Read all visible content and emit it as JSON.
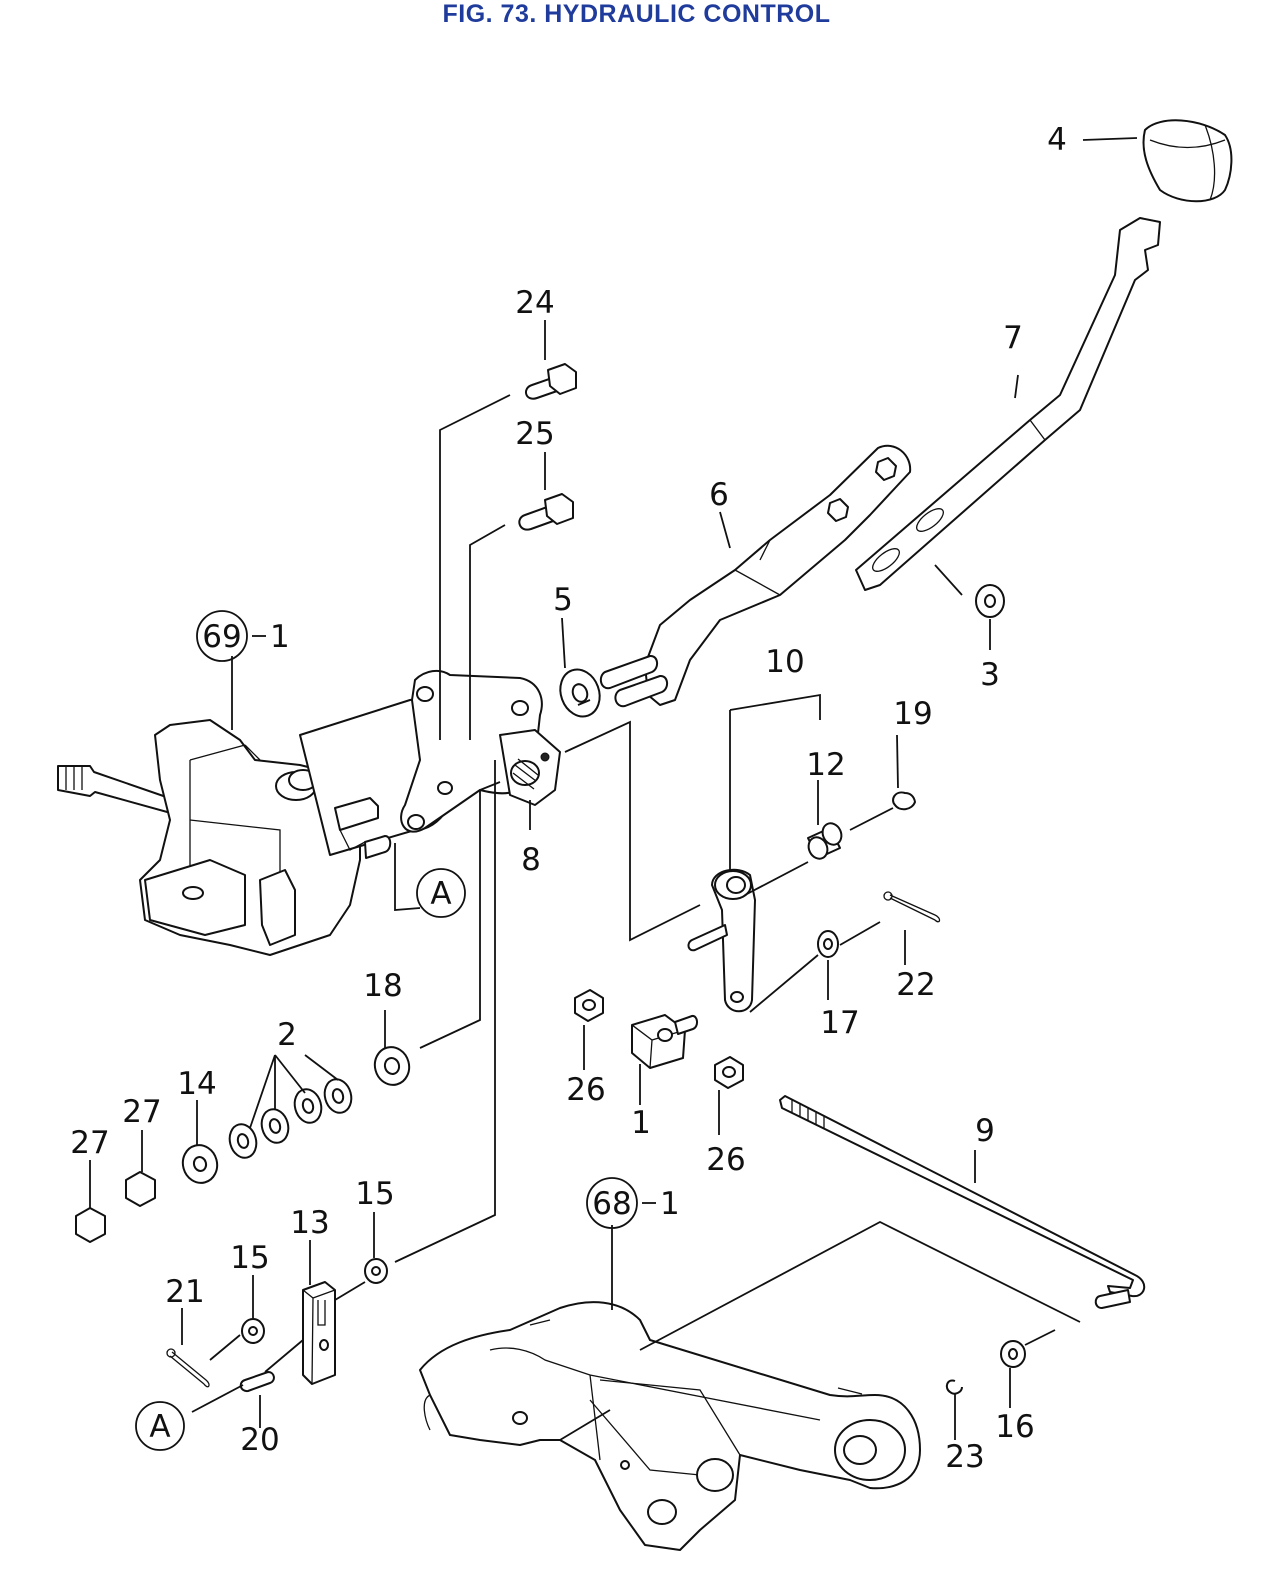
{
  "title": "FIG. 73. HYDRAULIC CONTROL",
  "callouts": {
    "c1": "1",
    "c2": "2",
    "c3": "3",
    "c4": "4",
    "c5": "5",
    "c6": "6",
    "c7": "7",
    "c8": "8",
    "c9": "9",
    "c10": "10",
    "c12": "12",
    "c13": "13",
    "c14": "14",
    "c15a": "15",
    "c15b": "15",
    "c16": "16",
    "c17": "17",
    "c18": "18",
    "c19": "19",
    "c20": "20",
    "c21": "21",
    "c22": "22",
    "c23": "23",
    "c24": "24",
    "c25": "25",
    "c26a": "26",
    "c26b": "26",
    "c27a": "27",
    "c27b": "27"
  },
  "refs": {
    "r69_num": "69",
    "r69_sub": "1",
    "r68_num": "68",
    "r68_sub": "1",
    "refA1": "A",
    "refA2": "A"
  }
}
